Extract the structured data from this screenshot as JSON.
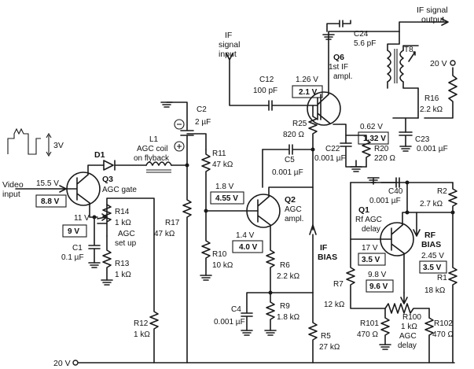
{
  "labels": {
    "if_signal_input": [
      "IF",
      "signal",
      "input"
    ],
    "if_signal_output": [
      "IF signal",
      "output"
    ],
    "video_input": [
      "Video",
      "input"
    ],
    "supply_top": "20 V",
    "supply_bottom": "20 V",
    "pulse_amp": "3V",
    "if_bias": [
      "IF",
      "BIAS"
    ],
    "rf_bias": [
      "RF",
      "BIAS"
    ],
    "agc_coil": [
      "AGC coil",
      "on flyback"
    ],
    "agc_delay": [
      "AGC",
      "delay"
    ]
  },
  "transistors": {
    "q6": {
      "name": "Q6",
      "desc": [
        "1st IF",
        "ampl."
      ]
    },
    "q2": {
      "name": "Q2",
      "desc": [
        "AGC",
        "ampl."
      ]
    },
    "q3": {
      "name": "Q3",
      "desc": [
        "AGC gate"
      ]
    },
    "q1": {
      "name": "Q1",
      "desc": [
        "Rf AGC",
        "delay"
      ]
    },
    "d1": {
      "name": "D1"
    },
    "t8": {
      "name": "T8"
    },
    "l1": {
      "name": "L1"
    }
  },
  "components": {
    "c24": {
      "name": "C24",
      "value": "5.6 pF"
    },
    "c12": {
      "name": "C12",
      "value": "100 pF"
    },
    "c2": {
      "name": "C2",
      "value": "2 µF"
    },
    "c23": {
      "name": "C23",
      "value": "0.001 µF"
    },
    "c22": {
      "name": "C22",
      "value": "0.001 µF"
    },
    "c5": {
      "name": "C5",
      "value": "0.001 µF"
    },
    "c1": {
      "name": "C1",
      "value": "0.1 µF"
    },
    "c4": {
      "name": "C4",
      "value": "0.001 µF"
    },
    "c40": {
      "name": "C40",
      "value": "0.001 µF"
    },
    "r16": {
      "name": "R16",
      "value": "2.2 kΩ"
    },
    "r25": {
      "name": "R25",
      "value": "820 Ω"
    },
    "r20": {
      "name": "R20",
      "value": "220 Ω"
    },
    "r11": {
      "name": "R11",
      "value": "47 kΩ"
    },
    "r17": {
      "name": "R17",
      "value": "47 kΩ"
    },
    "r10": {
      "name": "R10",
      "value": "10 kΩ"
    },
    "r14": {
      "name": "R14",
      "value": "1 kΩ",
      "desc": [
        "AGC",
        "set up"
      ]
    },
    "r13": {
      "name": "R13",
      "value": "1 kΩ"
    },
    "r12": {
      "name": "R12",
      "value": "1 kΩ"
    },
    "r2": {
      "name": "R2",
      "value": "2.7 kΩ"
    },
    "r1": {
      "name": "R1",
      "value": "18 kΩ"
    },
    "r6": {
      "name": "R6",
      "value": "2.2 kΩ"
    },
    "r9": {
      "name": "R9",
      "value": "1.8 kΩ"
    },
    "r7": {
      "name": "R7",
      "value": "12 kΩ"
    },
    "r5": {
      "name": "R5",
      "value": "27 kΩ"
    },
    "r100": {
      "name": "R100",
      "value": "1 kΩ"
    },
    "r101": {
      "name": "R101",
      "value": "470 Ω"
    },
    "r102": {
      "name": "R102",
      "value": "470 Ω"
    }
  },
  "voltages": {
    "q6_base": "1.26 V",
    "q6_base_box": "2.1 V",
    "q6_emitter": "0.62 V",
    "q6_emitter_box": "1.32 V",
    "q2_base": "1.8 V",
    "q2_base_box": "4.55 V",
    "q2_emitter": "1.4 V",
    "q2_emitter_box": "4.0 V",
    "q3_base": "15.5 V",
    "q3_base_box": "8.8 V",
    "q3_emitter": "11 V",
    "q3_emitter_box": "9 V",
    "q1_base": "17 V",
    "q1_base_box": "3.5 V",
    "q1_emitter": "9.8 V",
    "q1_emitter_box": "9.6 V",
    "rf_bias": "2.45 V",
    "rf_bias_box": "3.5 V"
  }
}
